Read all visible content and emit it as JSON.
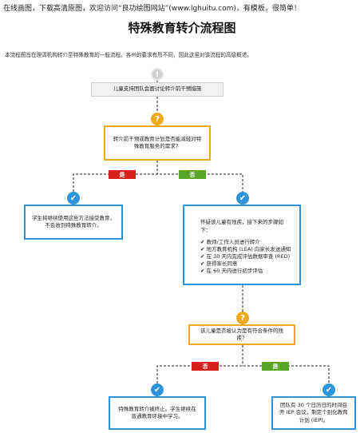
{
  "header": {
    "top_note": "在线画图，下载高清原图，欢迎访问“良功绘图网站”(www.lghuitu.com)，有模板，很简单！",
    "title": "特殊教育转介流程图",
    "intro": "本流程图旨在理清机构转介至特殊教育的一般流程。各州的要求有所不同，因此这里对该流程的高级概述。"
  },
  "icons": {
    "start": "exclamation-icon",
    "question": "question-icon",
    "check": "check-icon"
  },
  "glyphs": {
    "exclaim": "!",
    "question": "?",
    "check": "✔"
  },
  "colors": {
    "orange": "#f0a91b",
    "blue": "#2f93d9",
    "red": "#d6201b",
    "green": "#5aa524",
    "gray": "#d0d0d0"
  },
  "flow": {
    "start_box": "儿童支持团队会面讨论转介前干预措施",
    "decision1": "转介前干预或教育计划是否能减轻对特殊教育服务的需求？",
    "yes_label": "是",
    "no_label": "否",
    "yes_result": "学生将继续使用这些方法接受教育，不会收到特殊教育转介。",
    "no_result_intro": "怀疑该儿童有残疾，接下来的步骤如下：",
    "no_result_steps": [
      "✔ 教师/工作人员进行转介",
      "✔ 地方教育机构 (LEA) 向家长发送通知",
      "✔ 在 30 天内完成评估数据审查 (RED)",
      "✔ 获得家长同意",
      "✔ 在 60 天内进行初步评估"
    ],
    "decision2": "该儿童是否被认为是有符合条件的残疾？",
    "no_result2": "特殊教育转介被终止。学生继续在普通教育环境中学习。",
    "yes_result2": "团队有 30 个日历日的时间召开 IEP 会议，制定个别化教育计划 (IEP)。"
  }
}
